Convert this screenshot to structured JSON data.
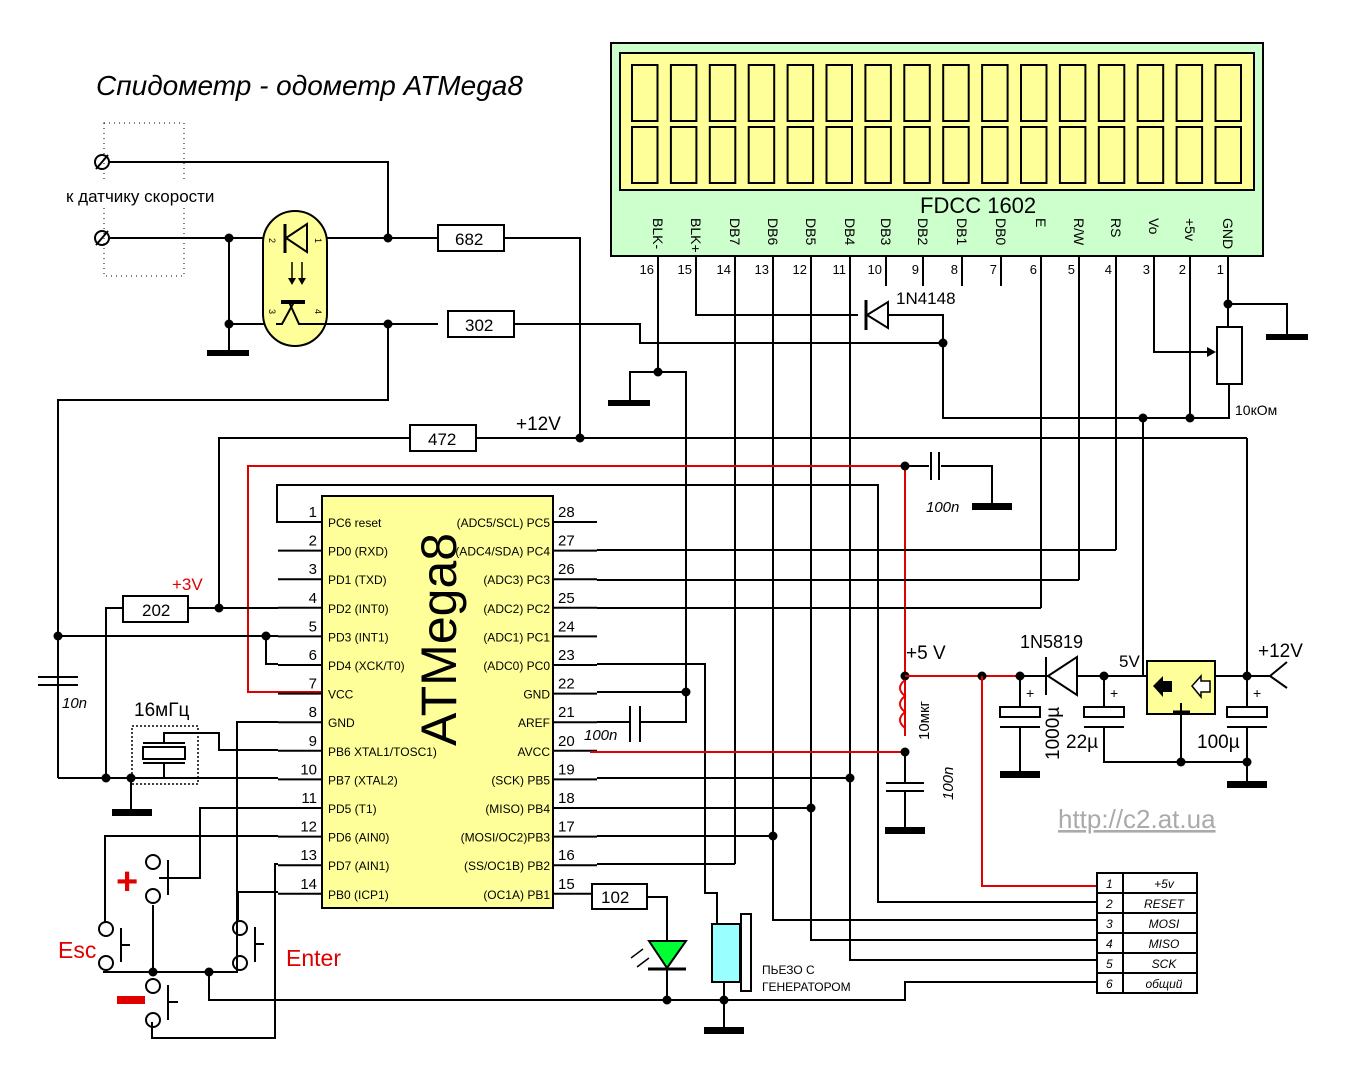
{
  "title": "Спидометр - одометр ATMega8",
  "watermark": "http://c2.at.ua",
  "colors": {
    "lcd_body": "#ccffcc",
    "lcd_screen": "#ffff99",
    "mcu_body": "#ffff99",
    "power_net": "#e00000",
    "led": "#00ff33",
    "piezo": "#99ffff",
    "regulator": "#ffff99",
    "optocoupler": "#ffff99"
  },
  "lcd": {
    "model": "FDCC 1602",
    "rows": 2,
    "cols": 16,
    "pins": [
      {
        "num": "16",
        "name": "BLK-"
      },
      {
        "num": "15",
        "name": "BLK+"
      },
      {
        "num": "14",
        "name": "DB7"
      },
      {
        "num": "13",
        "name": "DB6"
      },
      {
        "num": "12",
        "name": "DB5"
      },
      {
        "num": "11",
        "name": "DB4"
      },
      {
        "num": "10",
        "name": "DB3"
      },
      {
        "num": "9",
        "name": "DB2"
      },
      {
        "num": "8",
        "name": "DB1"
      },
      {
        "num": "7",
        "name": "DB0"
      },
      {
        "num": "6",
        "name": "E"
      },
      {
        "num": "5",
        "name": "R/W"
      },
      {
        "num": "4",
        "name": "RS"
      },
      {
        "num": "3",
        "name": "Vo"
      },
      {
        "num": "2",
        "name": "+5v"
      },
      {
        "num": "1",
        "name": "GND"
      }
    ]
  },
  "mcu": {
    "name": "ATMega8",
    "left_pins": [
      {
        "num": "1",
        "name": "PC6 reset"
      },
      {
        "num": "2",
        "name": "PD0 (RXD)"
      },
      {
        "num": "3",
        "name": "PD1 (TXD)"
      },
      {
        "num": "4",
        "name": "PD2 (INT0)"
      },
      {
        "num": "5",
        "name": "PD3 (INT1)"
      },
      {
        "num": "6",
        "name": "PD4 (XCK/T0)"
      },
      {
        "num": "7",
        "name": "VCC"
      },
      {
        "num": "8",
        "name": "GND"
      },
      {
        "num": "9",
        "name": "PB6 XTAL1/TOSC1)"
      },
      {
        "num": "10",
        "name": "PB7 (XTAL2)"
      },
      {
        "num": "11",
        "name": "PD5  (T1)"
      },
      {
        "num": "12",
        "name": "PD6 (AIN0)"
      },
      {
        "num": "13",
        "name": "PD7 (AIN1)"
      },
      {
        "num": "14",
        "name": "PB0 (ICP1)"
      }
    ],
    "right_pins": [
      {
        "num": "28",
        "name": "(ADC5/SCL) PC5"
      },
      {
        "num": "27",
        "name": "(ADC4/SDA) PC4"
      },
      {
        "num": "26",
        "name": "(ADC3) PC3"
      },
      {
        "num": "25",
        "name": "(ADC2) PC2"
      },
      {
        "num": "24",
        "name": "(ADC1) PC1"
      },
      {
        "num": "23",
        "name": "(ADC0) PC0"
      },
      {
        "num": "22",
        "name": "GND"
      },
      {
        "num": "21",
        "name": "AREF"
      },
      {
        "num": "20",
        "name": "AVCC"
      },
      {
        "num": "19",
        "name": "(SCK) PB5"
      },
      {
        "num": "18",
        "name": "(MISO) PB4"
      },
      {
        "num": "17",
        "name": "(MOSI/OC2)PB3"
      },
      {
        "num": "16",
        "name": "(SS/OC1B) PB2"
      },
      {
        "num": "15",
        "name": "(OC1A) PB1"
      }
    ]
  },
  "isp": {
    "rows": [
      {
        "num": "1",
        "signal": "+5v"
      },
      {
        "num": "2",
        "signal": "RESET"
      },
      {
        "num": "3",
        "signal": "MOSI"
      },
      {
        "num": "4",
        "signal": "MISO"
      },
      {
        "num": "5",
        "signal": "SCK"
      },
      {
        "num": "6",
        "signal": "общий"
      }
    ]
  },
  "labels": {
    "sensor": "к датчику скорости",
    "opto_pins": [
      "2",
      "1",
      "3",
      "4"
    ],
    "r682": "682",
    "r302": "302",
    "r472": "472",
    "r202": "202",
    "r102": "102",
    "v12_top": "+12V",
    "v3": "+3V",
    "c10n": "10n",
    "crystal": "16мГц",
    "c100n_top": "100n",
    "c100n_aref": "100n",
    "c100n_avcc": "100n",
    "diode_4148": "1N4148",
    "pot": "10кОм",
    "v5": "+5 V",
    "inductor": "10мкг",
    "diode_5819": "1N5819",
    "reg_out": "5V",
    "v12_in": "+12V",
    "c1000": "1000µ",
    "c22": "22µ",
    "c100u": "100µ",
    "plus": "+",
    "piezo": "ПЬЕЗО  С",
    "piezo2": "ГЕНЕРАТОРОМ",
    "btn_plus": "+",
    "btn_minus": "–",
    "btn_esc": "Esc",
    "btn_enter": "Enter"
  }
}
